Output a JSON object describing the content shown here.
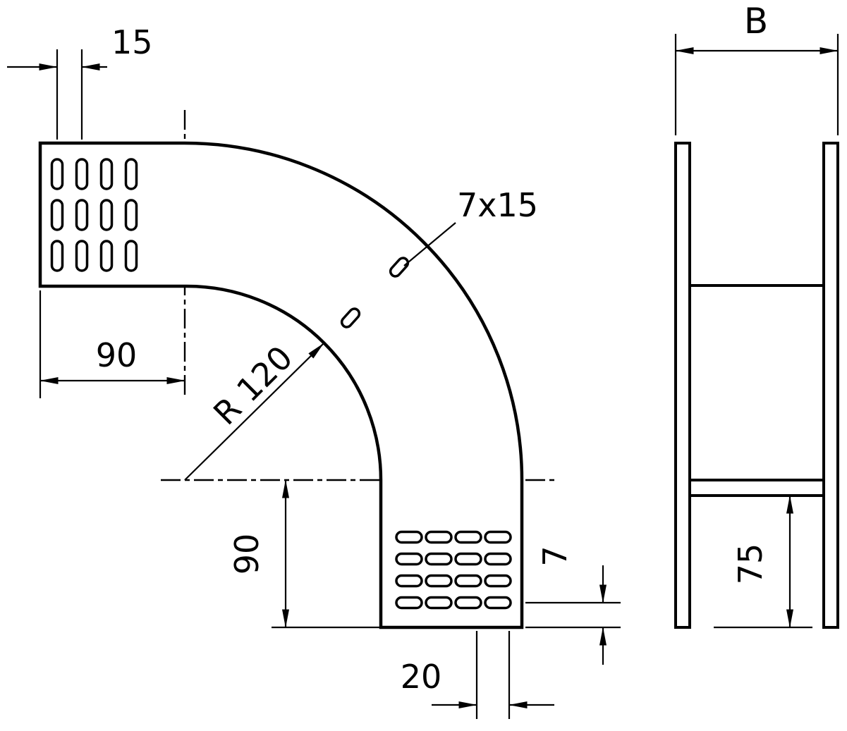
{
  "drawing": {
    "kind": "technical-drawing-cable-tray-90-degree-bend",
    "views": {
      "plan": {
        "labels": {
          "slot_pitch": "15",
          "leg_horizontal": "90",
          "bend_radius": "R 120",
          "slot_size": "7x15",
          "leg_vertical": "90",
          "rim": "7",
          "end_offset": "20"
        }
      },
      "side": {
        "labels": {
          "width": "B",
          "height": "75"
        }
      }
    },
    "colors": {
      "line": "#000000",
      "background": "#ffffff"
    }
  }
}
